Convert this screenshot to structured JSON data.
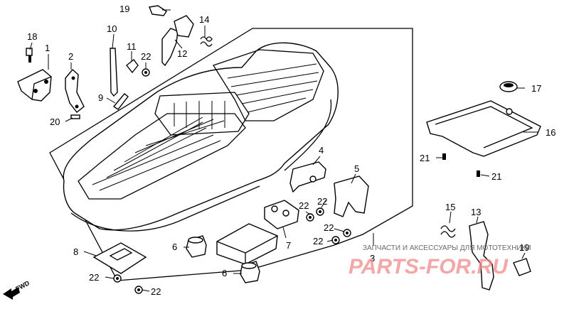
{
  "callouts": {
    "c1": "1",
    "c2": "2",
    "c3": "3",
    "c4": "4",
    "c5": "5",
    "c6a": "6",
    "c6b": "6",
    "c7": "7",
    "c8": "8",
    "c9": "9",
    "c10": "10",
    "c11": "11",
    "c12": "12",
    "c13": "13",
    "c14": "14",
    "c15": "15",
    "c16": "16",
    "c17": "17",
    "c18": "18",
    "c19a": "19",
    "c19b": "19",
    "c20": "20",
    "c21a": "21",
    "c21b": "21",
    "c22a": "22",
    "c22b": "22",
    "c22c": "22",
    "c22d": "22",
    "c22e": "22",
    "c22f": "22",
    "c22g": "22"
  },
  "fwd_label": "FWD",
  "watermark": {
    "caption": "ЗАПЧАСТИ И АКСЕССУАРЫ ДЛЯ МОТОТЕХНИКИ",
    "brand": "PARTS-FOR.RU"
  }
}
